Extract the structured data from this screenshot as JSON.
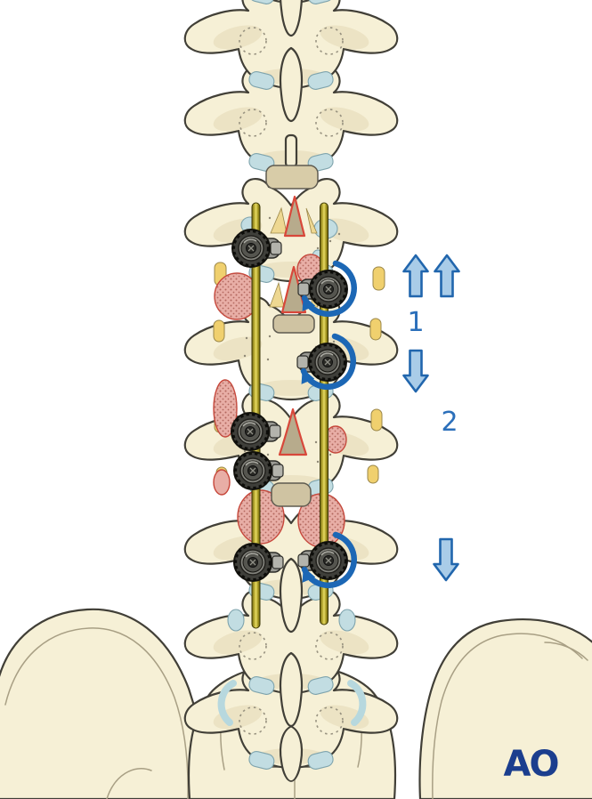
{
  "illustration": {
    "step_labels": {
      "step1": "1",
      "step2": "2"
    },
    "logo_text": "AO",
    "icons": [
      "up-block-arrow-icon",
      "down-block-arrow-icon",
      "rotation-arrow-icon",
      "pedicle-screw-icon",
      "spinal-rod-icon"
    ],
    "colors": {
      "background": "#ffffff",
      "bone": "#f6f0d6",
      "bone_shade": "#ece3c4",
      "outline": "#413f37",
      "facet_blue": "#c2dde2",
      "rod_gold": "#c5b73a",
      "screw_gray": "#4a4a45",
      "graft_pink": "#e8aea6",
      "decortication_red": "#d8473a",
      "ligament_yellow": "#f0d06e",
      "arrow_fill": "#a9cce8",
      "arrow_stroke": "#2166ad",
      "rotation_arrow_blue": "#1c67b5",
      "label_blue": "#2b6fba",
      "logo_blue": "#1b3e8e"
    }
  }
}
